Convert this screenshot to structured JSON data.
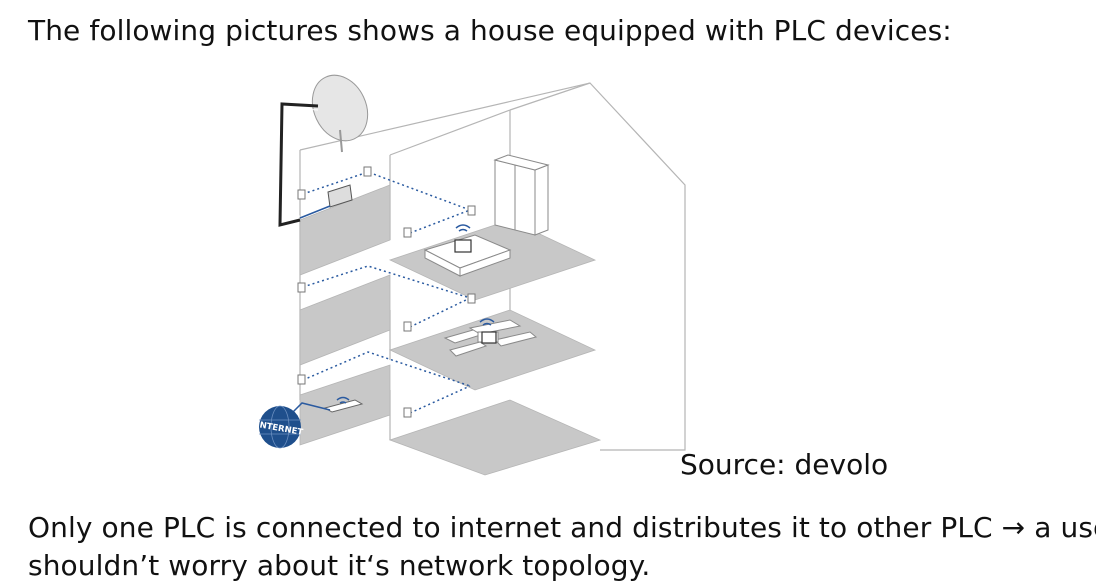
{
  "intro_text": "The following pictures shows a house equipped with PLC devices:",
  "caption": "Source: devolo",
  "conclusion": {
    "line1": "Only one PLC is connected to internet and distributes it to other PLC → a user",
    "line2": "shouldn’t worry about it‘s network topology."
  },
  "figure": {
    "internet_label": "INTERNET",
    "colors": {
      "floor": "#c8c8c8",
      "outline": "#b5b5b5",
      "cable": "#2a5aa0",
      "globe": "#1f4f8c"
    }
  }
}
